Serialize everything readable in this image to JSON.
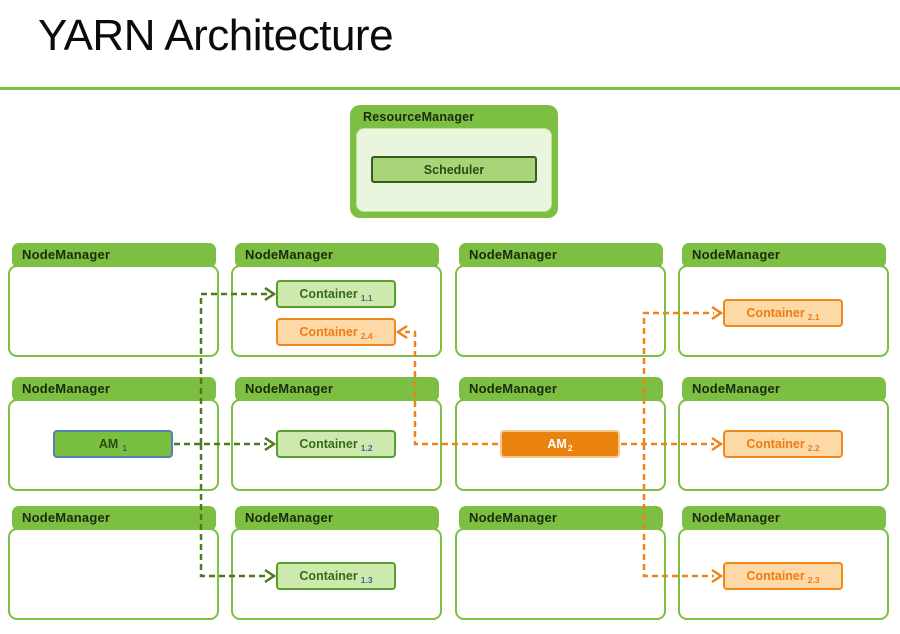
{
  "title": "YARN Architecture",
  "resource_manager": {
    "label": "ResourceManager",
    "scheduler_label": "Scheduler"
  },
  "node_manager_label": "NodeManager",
  "grid": {
    "rows": 3,
    "cols": 4
  },
  "items": [
    {
      "id": "c11",
      "kind": "container-green",
      "label": "Container",
      "sub": "1.1",
      "node_row": 0,
      "node_col": 1
    },
    {
      "id": "c24",
      "kind": "container-orange",
      "label": "Container",
      "sub": "2.4",
      "node_row": 0,
      "node_col": 1
    },
    {
      "id": "c21",
      "kind": "container-orange",
      "label": "Container",
      "sub": "2.1",
      "node_row": 0,
      "node_col": 3
    },
    {
      "id": "am1",
      "kind": "am-green",
      "label": "AM",
      "sub": "1",
      "node_row": 1,
      "node_col": 0
    },
    {
      "id": "c12",
      "kind": "container-green",
      "label": "Container",
      "sub": "1.2",
      "node_row": 1,
      "node_col": 1
    },
    {
      "id": "am2",
      "kind": "am-orange",
      "label": "AM",
      "sub": "2",
      "node_row": 1,
      "node_col": 2
    },
    {
      "id": "c22",
      "kind": "container-orange",
      "label": "Container",
      "sub": "2.2",
      "node_row": 1,
      "node_col": 3
    },
    {
      "id": "c13",
      "kind": "container-green",
      "label": "Container",
      "sub": "1.3",
      "node_row": 2,
      "node_col": 1
    },
    {
      "id": "c23",
      "kind": "container-orange",
      "label": "Container",
      "sub": "2.3",
      "node_row": 2,
      "node_col": 3
    }
  ],
  "edges": [
    {
      "from": "am1",
      "to": "c11",
      "color": "green"
    },
    {
      "from": "am1",
      "to": "c12",
      "color": "green"
    },
    {
      "from": "am1",
      "to": "c13",
      "color": "green"
    },
    {
      "from": "am2",
      "to": "c21",
      "color": "orange"
    },
    {
      "from": "am2",
      "to": "c22",
      "color": "orange"
    },
    {
      "from": "am2",
      "to": "c23",
      "color": "orange"
    },
    {
      "from": "am2",
      "to": "c24",
      "color": "orange"
    }
  ],
  "colors": {
    "green": "#7cbf43",
    "headerText": "#1c2a0d",
    "paleGreen": "#e9f5dd",
    "paleGreenBorder": "#c2e29c",
    "schedulerFill": "#a8d578",
    "schedulerBorder": "#3a5a20",
    "schedulerText": "#2d4a15",
    "lightGreenFill": "#cde9ae",
    "greenBorder": "#55a02c",
    "greenText": "#376b1a",
    "subBlue": "#44698d",
    "lightOrangeFill": "#fcd9a6",
    "orangeBorder": "#f0891d",
    "orangeText": "#ed7d14",
    "orangeFill": "#e9830d",
    "orangeBorderLight": "#f6c78e",
    "am1Fill": "#79c03f",
    "am1Border": "#5580b5",
    "greenLine": "#4d7a1f",
    "orangeLine": "#ef8318"
  }
}
